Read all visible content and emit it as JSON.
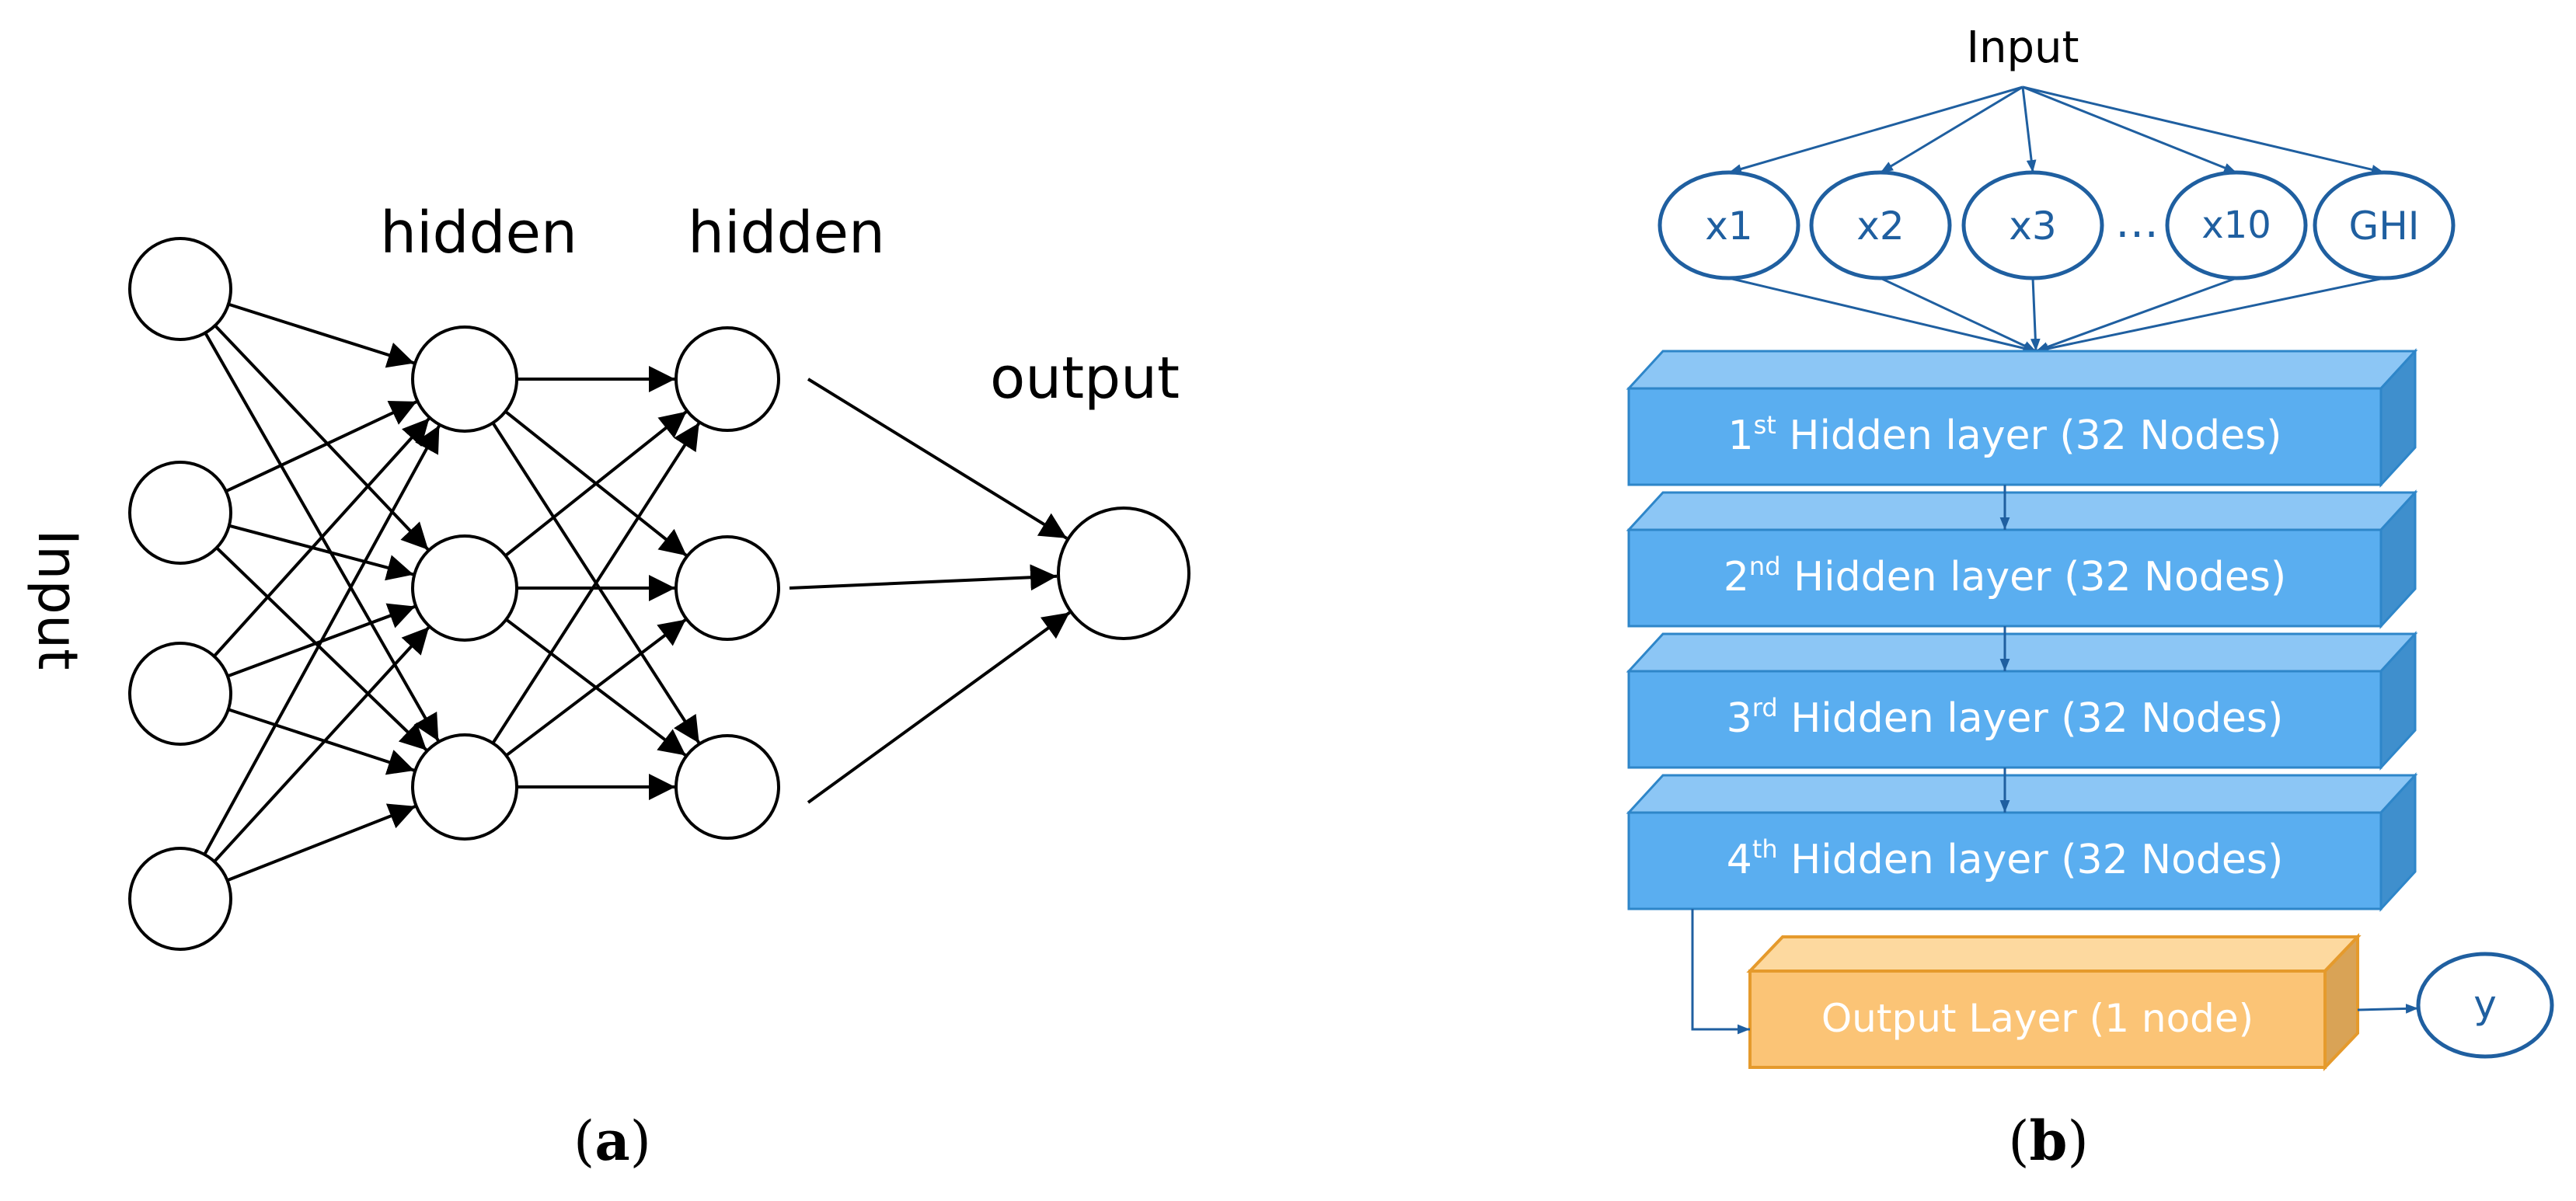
{
  "panel_a": {
    "input_label": "Input",
    "hidden_label_1": "hidden",
    "hidden_label_2": "hidden",
    "output_label": "output",
    "caption_open": "(",
    "caption_letter": "a",
    "caption_close": ")"
  },
  "panel_b": {
    "input_label": "Input",
    "inputs": [
      "x1",
      "x2",
      "x3",
      "x10",
      "GHI"
    ],
    "ellipsis": "…",
    "layers": [
      {
        "prefix": "1",
        "sup": "st",
        "text": " Hidden layer (32 Nodes)"
      },
      {
        "prefix": "2",
        "sup": "nd",
        "text": " Hidden layer (32 Nodes)"
      },
      {
        "prefix": "3",
        "sup": "rd",
        "text": " Hidden layer (32 Nodes)"
      },
      {
        "prefix": "4",
        "sup": "th",
        "text": " Hidden layer (32 Nodes)"
      }
    ],
    "output_layer": "Output Layer (1 node)",
    "output_node": "y",
    "caption_open": "(",
    "caption_letter": "b",
    "caption_close": ")"
  },
  "colors": {
    "layer_fill": "#5aaef0",
    "layer_top": "#8cc6f5",
    "layer_side": "#3f8fcd",
    "layer_stroke": "#2e86c9",
    "output_fill": "#fbc476",
    "output_top": "#fdd99f",
    "output_side": "#d9a356",
    "output_stroke": "#e59a2c",
    "diagram_blue": "#1f5fa0"
  }
}
